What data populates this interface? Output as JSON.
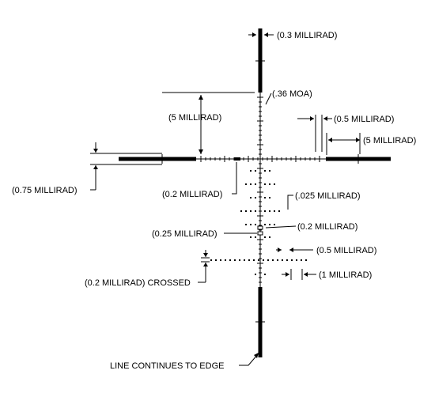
{
  "diagram": {
    "labels": {
      "top_post_width": "(0.3 MILLIRAD)",
      "tick_moa": "(.36 MOA)",
      "five_milli_left": "(5 MILLIRAD)",
      "half_milli_top": "(0.5 MILLIRAD)",
      "five_milli_right": "(5 MILLIRAD)",
      "post_thickness": "(0.75 MILLIRAD)",
      "center_dot": "(0.2 MILLIRAD)",
      "dot_size": "(.025 MILLIRAD)",
      "hash_mark": "(0.2 MILLIRAD)",
      "quarter_milli": "(0.25 MILLIRAD)",
      "half_milli_dots": "(0.5 MILLIRAD)",
      "crossed": "(0.2 MILLIRAD) CROSSED",
      "one_milli": "(1 MILLIRAD)",
      "edge_note": "LINE CONTINUES TO EDGE"
    }
  }
}
